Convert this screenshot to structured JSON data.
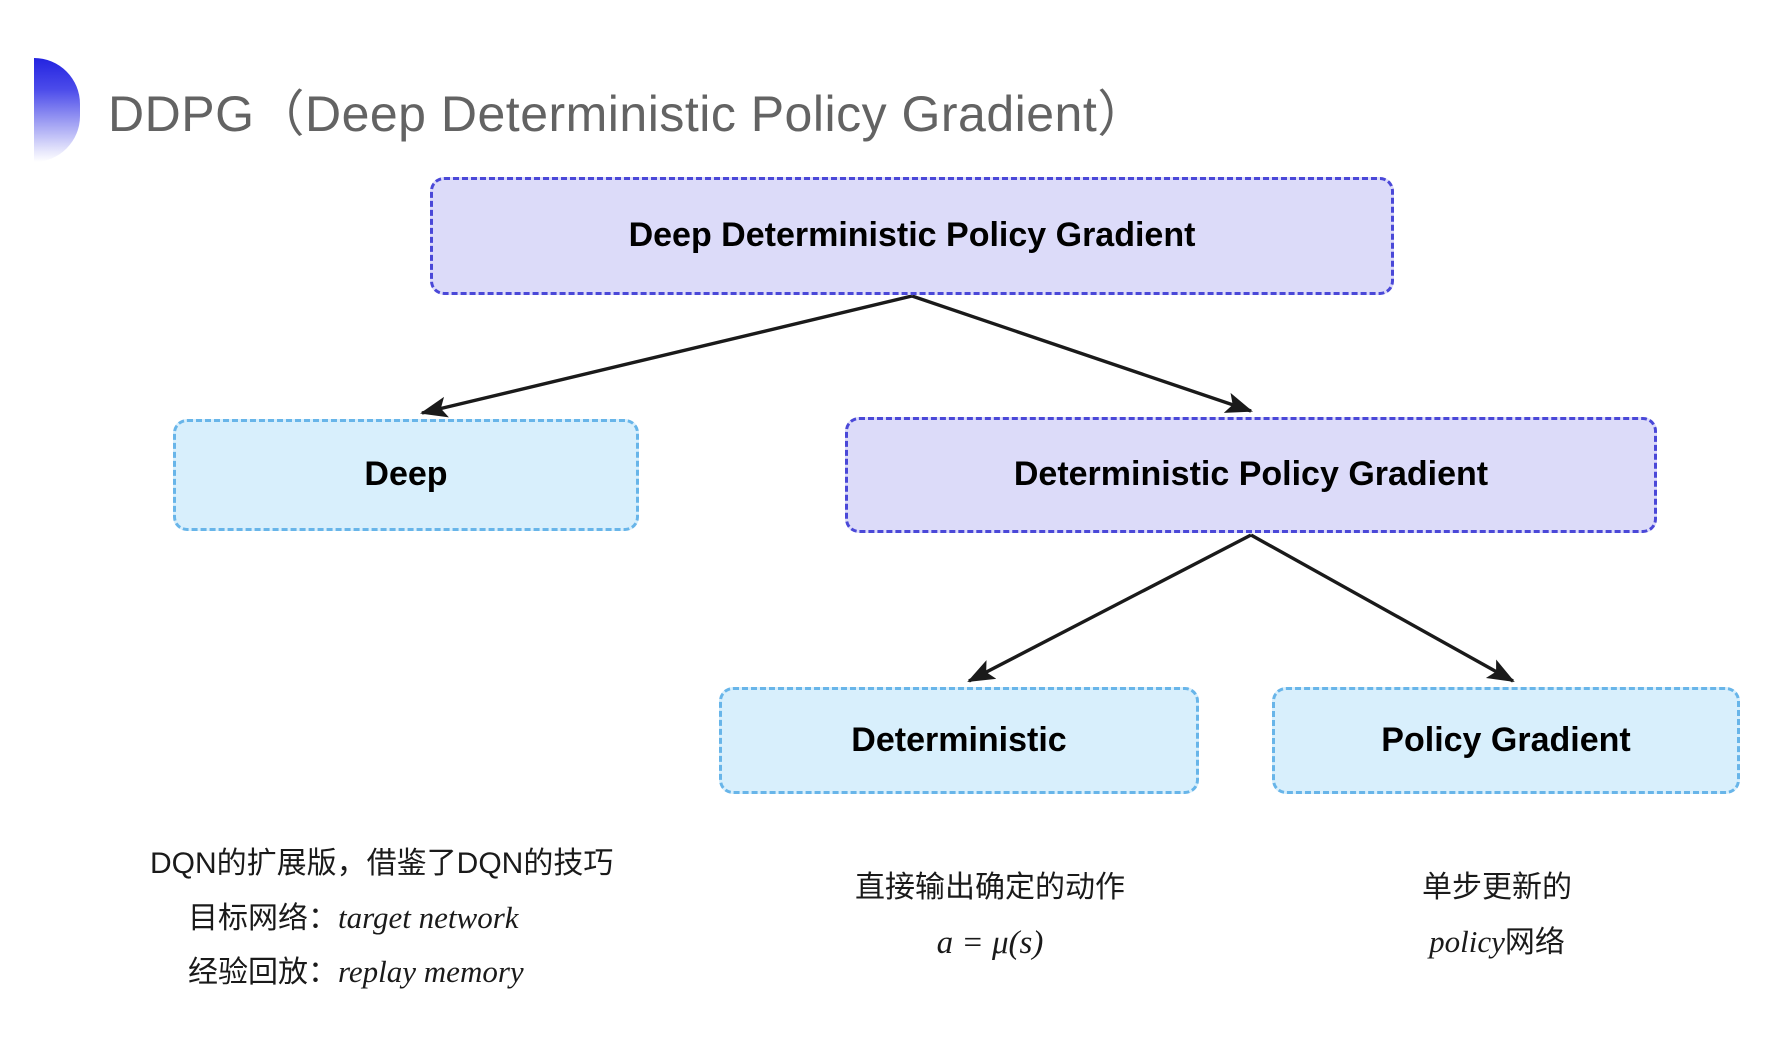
{
  "slide": {
    "title": "DDPG（Deep Deterministic Policy Gradient）",
    "background_color": "#ffffff",
    "title_color": "#636363",
    "bullet_icon": "half-circle-gradient-bullet"
  },
  "palette": {
    "purple_fill": "#dcdbf9",
    "purple_border": "#4a48d8",
    "cyan_fill": "#d8effc",
    "cyan_border": "#68b5e9",
    "arrow_color": "#1a1a1a",
    "text_color": "#000000"
  },
  "diagram": {
    "type": "tree",
    "nodes": [
      {
        "id": "root",
        "label": "Deep Deterministic Policy Gradient",
        "style": "purple"
      },
      {
        "id": "deep",
        "label": "Deep",
        "style": "cyan"
      },
      {
        "id": "dpg",
        "label": "Deterministic Policy Gradient",
        "style": "purple"
      },
      {
        "id": "deterministic",
        "label": "Deterministic",
        "style": "cyan"
      },
      {
        "id": "policy_gradient",
        "label": "Policy Gradient",
        "style": "cyan"
      }
    ],
    "edges": [
      {
        "from": "root",
        "to": "deep"
      },
      {
        "from": "root",
        "to": "dpg"
      },
      {
        "from": "dpg",
        "to": "deterministic"
      },
      {
        "from": "dpg",
        "to": "policy_gradient"
      }
    ]
  },
  "annotations": {
    "left": {
      "line1": "DQN的扩展版，借鉴了DQN的技巧",
      "line2_label": "目标网络：",
      "line2_value": "target network",
      "line3_label": "经验回放：",
      "line3_value": "replay memory"
    },
    "middle": {
      "line1": "直接输出确定的动作",
      "formula": "a = μ(s)"
    },
    "right": {
      "line1": "单步更新的",
      "line2_value": "policy",
      "line2_label": "网络"
    }
  }
}
